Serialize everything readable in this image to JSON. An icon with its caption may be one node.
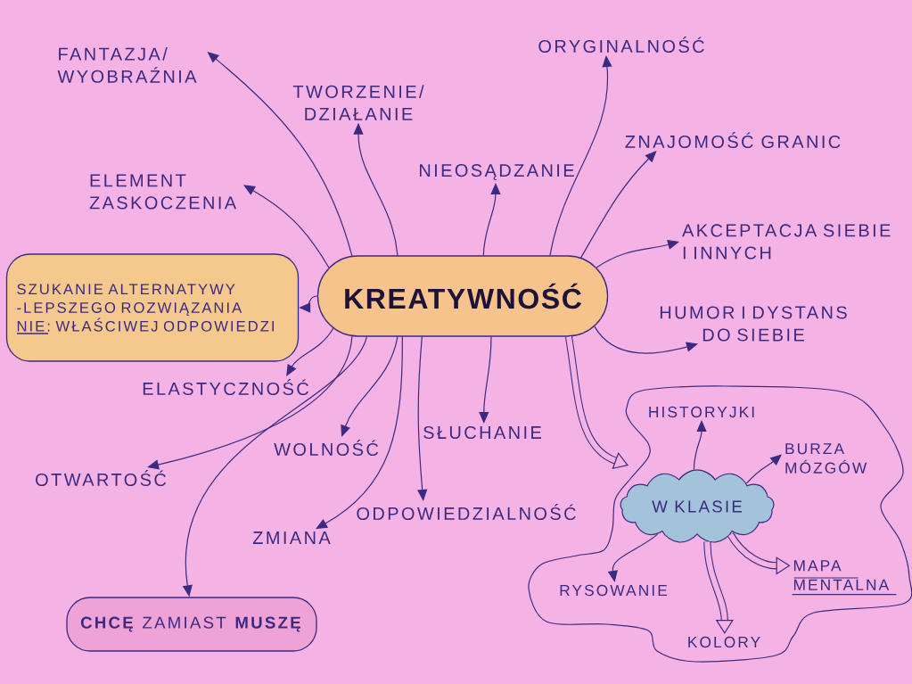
{
  "diagram": {
    "nodes": [
      {
        "text": [
          "KREATYWNOŚĆ"
        ]
      },
      {
        "text": [
          "FANTAZJA/ WYOBRAŹNIA"
        ]
      },
      {
        "text": [
          "TWORZENIE/ DZIAŁANIE"
        ]
      },
      {
        "text": [
          "ORYGINALNOŚĆ"
        ]
      },
      {
        "text": [
          "ZNAJOMOŚĆ GRANIC"
        ]
      },
      {
        "text": [
          "NIEOSĄDZANIE"
        ]
      },
      {
        "text": [
          "ELEMENT ZASKOCZENIA"
        ]
      },
      {
        "text": [
          "AKCEPTACJA SIEBIE I INNYCH"
        ]
      },
      {
        "text": [
          "SZUKANIE ALTERNATYWY -LEPSZEGO ROZWIĄZANIA",
          "NIE: WŁAŚCIWEJ ODPOWIEDZI"
        ]
      },
      {
        "text": [
          "HUMOR I DYSTANS DO SIEBIE"
        ]
      },
      {
        "text": [
          "ELASTYCZNOŚĆ"
        ]
      },
      {
        "text": [
          "SŁUCHANIE"
        ]
      },
      {
        "text": [
          "WOLNOŚĆ"
        ]
      },
      {
        "text": [
          "OTWARTOŚĆ"
        ]
      },
      {
        "text": [
          "ZMIANA"
        ]
      },
      {
        "text": [
          "ODPOWIEDZIALNOŚĆ"
        ]
      },
      {
        "text": [],
        "shape": "blob"
      },
      {
        "text": [
          "HISTORYJKI"
        ],
        "in": 16
      },
      {
        "text": [
          "BURZA MÓZGÓW"
        ],
        "in": 16
      },
      {
        "text": [
          "W KLASIE"
        ],
        "in": 16
      },
      {
        "text": [
          "MAPA MENTALNA"
        ],
        "in": 16
      },
      {
        "text": [
          "RYSOWANIE"
        ],
        "in": 16
      },
      {
        "text": [
          "KOLORY"
        ],
        "in": 16
      },
      {
        "text": [
          "**CHCĘ** ZAMIAST **MUSZĘ**"
        ]
      }
    ],
    "edges": [
      {
        "from": 0,
        "to": 1,
        "arrow": "to"
      },
      {
        "from": 0,
        "to": 2,
        "arrow": "to"
      },
      {
        "from": 0,
        "to": 3,
        "arrow": "to"
      },
      {
        "from": 0,
        "to": 4,
        "arrow": "to"
      },
      {
        "from": 0,
        "to": 5,
        "arrow": "to"
      },
      {
        "from": 0,
        "to": 6,
        "arrow": "to"
      },
      {
        "from": 0,
        "to": 7,
        "arrow": "to"
      },
      {
        "from": 0,
        "to": 8,
        "arrow": "to"
      },
      {
        "from": 0,
        "to": 9,
        "arrow": "to"
      },
      {
        "from": 0,
        "to": 10,
        "arrow": "to"
      },
      {
        "from": 0,
        "to": 11,
        "arrow": "to"
      },
      {
        "from": 0,
        "to": 12,
        "arrow": "to"
      },
      {
        "from": 0,
        "to": 13,
        "arrow": "to"
      },
      {
        "from": 0,
        "to": 14,
        "arrow": "to"
      },
      {
        "from": 0,
        "to": 15,
        "arrow": "to"
      },
      {
        "from": 0,
        "to": 16,
        "arrow": "to",
        "style": "thick"
      },
      {
        "from": 0,
        "to": 23,
        "arrow": "to"
      },
      {
        "from": 19,
        "to": 17,
        "arrow": "to"
      },
      {
        "from": 19,
        "to": 18,
        "arrow": "to"
      },
      {
        "from": 19,
        "to": 20,
        "arrow": "to",
        "style": "thick"
      },
      {
        "from": 19,
        "to": 21,
        "arrow": "to"
      },
      {
        "from": 19,
        "to": 22,
        "arrow": "to",
        "style": "thick"
      }
    ]
  }
}
